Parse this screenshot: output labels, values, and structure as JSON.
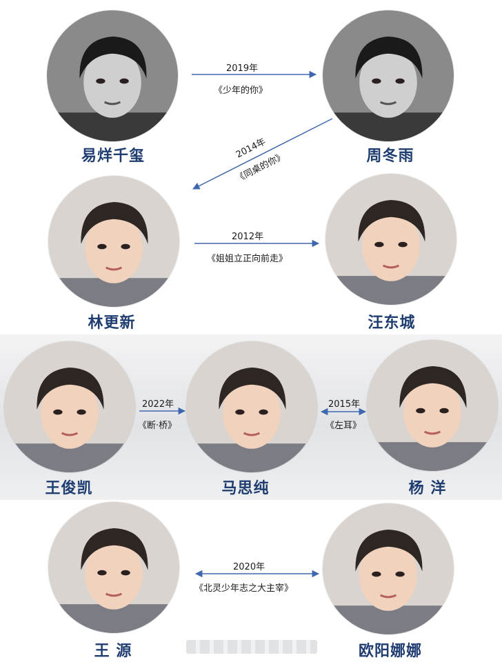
{
  "people": [
    {
      "id": "yiyangqianxi",
      "name": "易烊千玺",
      "tone": "dark"
    },
    {
      "id": "zhoudongyu",
      "name": "周冬雨",
      "tone": "dark"
    },
    {
      "id": "lingengxin",
      "name": "林更新",
      "tone": "light"
    },
    {
      "id": "wangdongcheng",
      "name": "汪东城",
      "tone": "light"
    },
    {
      "id": "wangjunkai",
      "name": "王俊凯",
      "tone": "light"
    },
    {
      "id": "masichun",
      "name": "马思纯",
      "tone": "light"
    },
    {
      "id": "yangyang",
      "name": "杨 洋",
      "tone": "light"
    },
    {
      "id": "wangyuan",
      "name": "王 源",
      "tone": "light"
    },
    {
      "id": "ouyangnana",
      "name": "欧阳娜娜",
      "tone": "light"
    }
  ],
  "links": [
    {
      "from": "yiyangqianxi",
      "to": "zhoudongyu",
      "year": "2019年",
      "work": "《少年的你》",
      "direction": "forward"
    },
    {
      "from": "zhoudongyu",
      "to": "lingengxin",
      "year": "2014年",
      "work": "《同桌的你》",
      "direction": "forward"
    },
    {
      "from": "lingengxin",
      "to": "wangdongcheng",
      "year": "2012年",
      "work": "《姐姐立正向前走》",
      "direction": "forward"
    },
    {
      "from": "wangjunkai",
      "to": "masichun",
      "year": "2022年",
      "work": "《断·桥》",
      "direction": "forward"
    },
    {
      "from": "masichun",
      "to": "yangyang",
      "year": "2015年",
      "work": "《左耳》",
      "direction": "both"
    },
    {
      "from": "wangyuan",
      "to": "ouyangnana",
      "year": "2020年",
      "work": "《北灵少年志之大主宰》",
      "direction": "both"
    }
  ],
  "colors": {
    "name": "#1f3d70",
    "arrow": "#3f67ad",
    "band": "#e6e7ea"
  }
}
